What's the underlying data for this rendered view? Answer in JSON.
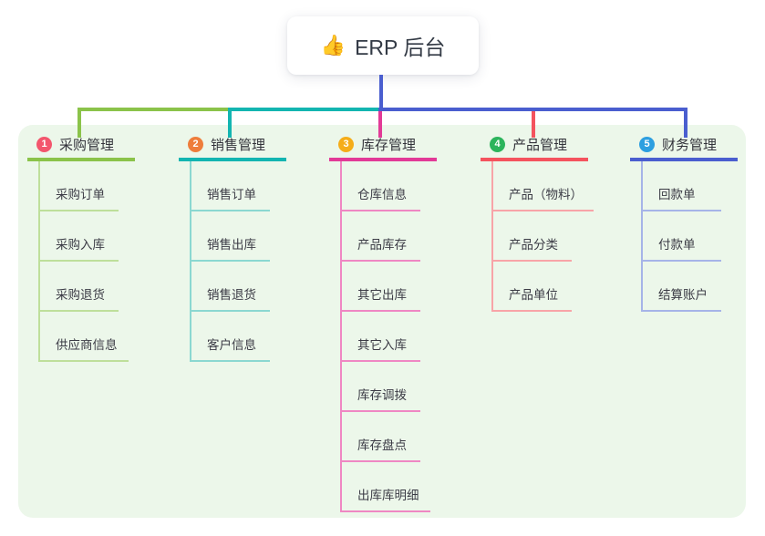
{
  "root_node": {
    "icon": "thumbs-up-icon",
    "icon_glyph": "👍",
    "label": "ERP 后台"
  },
  "panel": {
    "background": "#ecf7ea"
  },
  "connector_color_root": "#4a5ecf",
  "branches": [
    {
      "num": "1",
      "label": "采购管理",
      "color": "#8bc34a",
      "light": "#bedf9b",
      "badge_color": "#f3566d",
      "children": [
        "采购订单",
        "采购入库",
        "采购退货",
        "供应商信息"
      ]
    },
    {
      "num": "2",
      "label": "销售管理",
      "color": "#13b5b1",
      "light": "#8bd8d1",
      "badge_color": "#ee7d3b",
      "children": [
        "销售订单",
        "销售出库",
        "销售退货",
        "客户信息"
      ]
    },
    {
      "num": "3",
      "label": "库存管理",
      "color": "#e23a97",
      "light": "#ef87c3",
      "badge_color": "#f5ad19",
      "children": [
        "仓库信息",
        "产品库存",
        "其它出库",
        "其它入库",
        "库存调拨",
        "库存盘点",
        "出库库明细"
      ]
    },
    {
      "num": "4",
      "label": "产品管理",
      "color": "#f4535e",
      "light": "#f8a4a8",
      "badge_color": "#2cb45c",
      "children": [
        "产品（物料）",
        "产品分类",
        "产品单位"
      ]
    },
    {
      "num": "5",
      "label": "财务管理",
      "color": "#4a5ecf",
      "light": "#a6b4e8",
      "badge_color": "#2d9fe0",
      "children": [
        "回款单",
        "付款单",
        "结算账户"
      ]
    }
  ]
}
